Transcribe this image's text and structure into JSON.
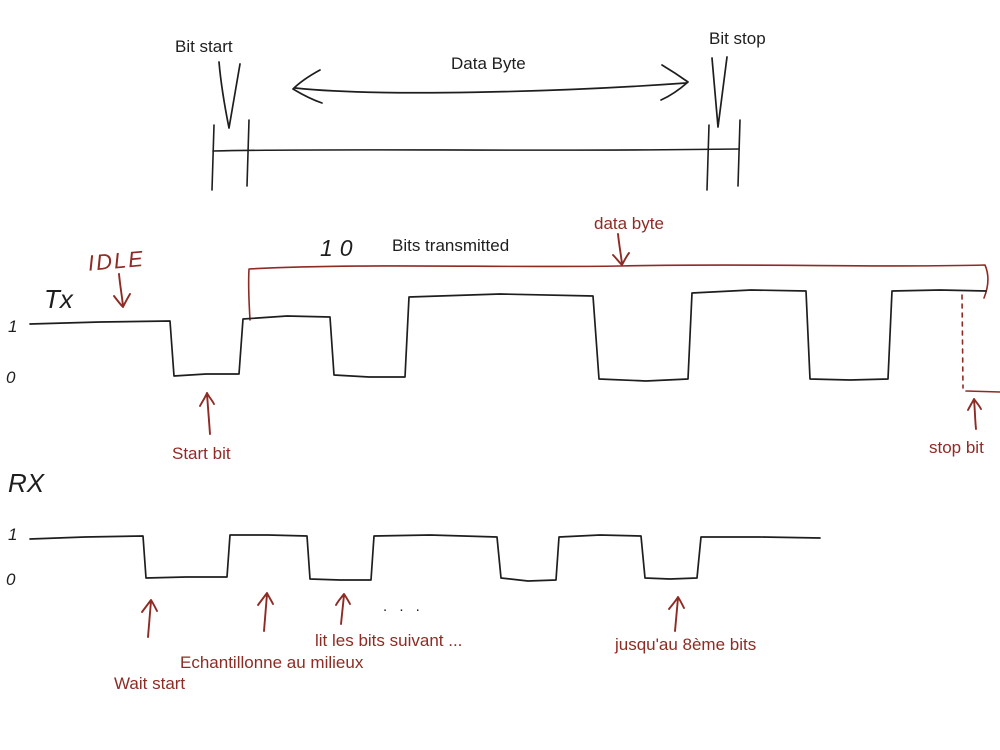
{
  "colors": {
    "ink": "#1e1e1e",
    "accent": "#8e2b25",
    "background": "#ffffff"
  },
  "top_ruler": {
    "bit_start_label": "Bit start",
    "data_byte_label": "Data Byte",
    "bit_stop_label": "Bit stop"
  },
  "tx": {
    "idle_label": "IDLE",
    "signal_label": "Tx",
    "bits_count": "10",
    "bits_transmitted_label": "Bits transmitted",
    "data_byte_label": "data byte",
    "level_high_label": "1",
    "level_low_label": "0",
    "start_bit_label": "Start bit",
    "stop_bit_label": "stop bit"
  },
  "rx": {
    "signal_label": "RX",
    "level_high_label": "1",
    "level_low_label": "0",
    "ellipsis": ". . .",
    "wait_start_label": "Wait start",
    "sample_middle_label": "Echantillonne au milieux",
    "read_next_bits_label": "lit les bits suivant ...",
    "until_8th_bit_label": "jusqu'au 8ème bits"
  }
}
